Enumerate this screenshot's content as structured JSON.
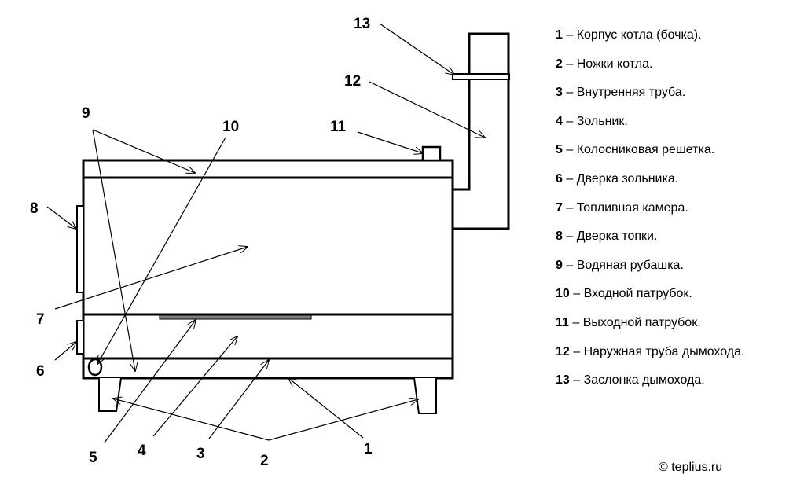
{
  "callouts": {
    "c1": "1",
    "c2": "2",
    "c3": "3",
    "c4": "4",
    "c5": "5",
    "c6": "6",
    "c7": "7",
    "c8": "8",
    "c9": "9",
    "c10": "10",
    "c11": "11",
    "c12": "12",
    "c13": "13"
  },
  "legend": [
    {
      "num": "1",
      "text": " – Корпус котла (бочка)."
    },
    {
      "num": "2",
      "text": " – Ножки котла."
    },
    {
      "num": "3",
      "text": " – Внутренняя труба."
    },
    {
      "num": "4",
      "text": " – Зольник."
    },
    {
      "num": "5",
      "text": " – Колосниковая решетка."
    },
    {
      "num": "6",
      "text": " – Дверка зольника."
    },
    {
      "num": "7",
      "text": " – Топливная камера."
    },
    {
      "num": "8",
      "text": " – Дверка топки."
    },
    {
      "num": "9",
      "text": " – Водяная рубашка."
    },
    {
      "num": "10",
      "text": " – Входной патрубок."
    },
    {
      "num": "11",
      "text": " – Выходной патрубок."
    },
    {
      "num": "12",
      "text": " – Наружная труба дымохода."
    },
    {
      "num": "13",
      "text": " – Заслонка дымохода."
    }
  ],
  "copyright": "© teplius.ru",
  "colors": {
    "line": "#000000",
    "grate": "#7f7f7f",
    "background": "#ffffff"
  }
}
